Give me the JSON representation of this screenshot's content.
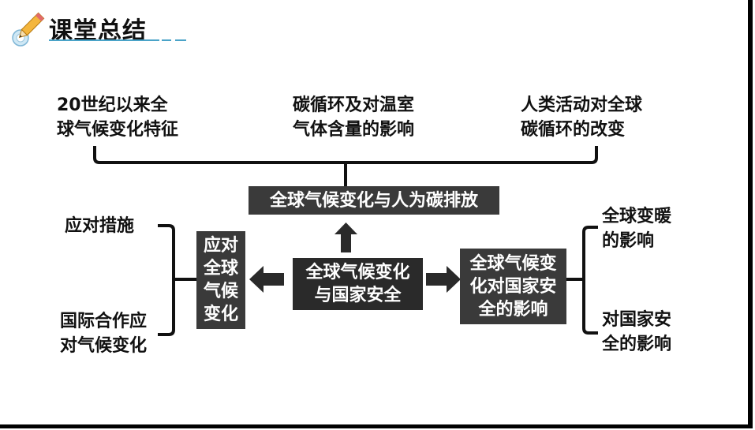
{
  "header": {
    "title": "课堂总结"
  },
  "top": {
    "item1": [
      "20世纪以来全",
      "球气候变化特征"
    ],
    "item2": [
      "碳循环及对温室",
      "气体含量的影响"
    ],
    "item3": [
      "人类活动对全球",
      "碳循环的改变"
    ]
  },
  "boxes": {
    "top_box": "全球气候变化与人为碳排放",
    "center_box": [
      "全球气候变化",
      "与国家安全"
    ],
    "left_box": [
      "应对",
      "全球",
      "气候",
      "变化"
    ],
    "right_box": [
      "全球气候变",
      "化对国家安",
      "全的影响"
    ]
  },
  "left": {
    "item1": "应对措施",
    "item2": [
      "国际合作应",
      "对气候变化"
    ]
  },
  "right": {
    "item1": [
      "全球变暖",
      "的影响"
    ],
    "item2": [
      "对国家安",
      "全的影响"
    ]
  }
}
